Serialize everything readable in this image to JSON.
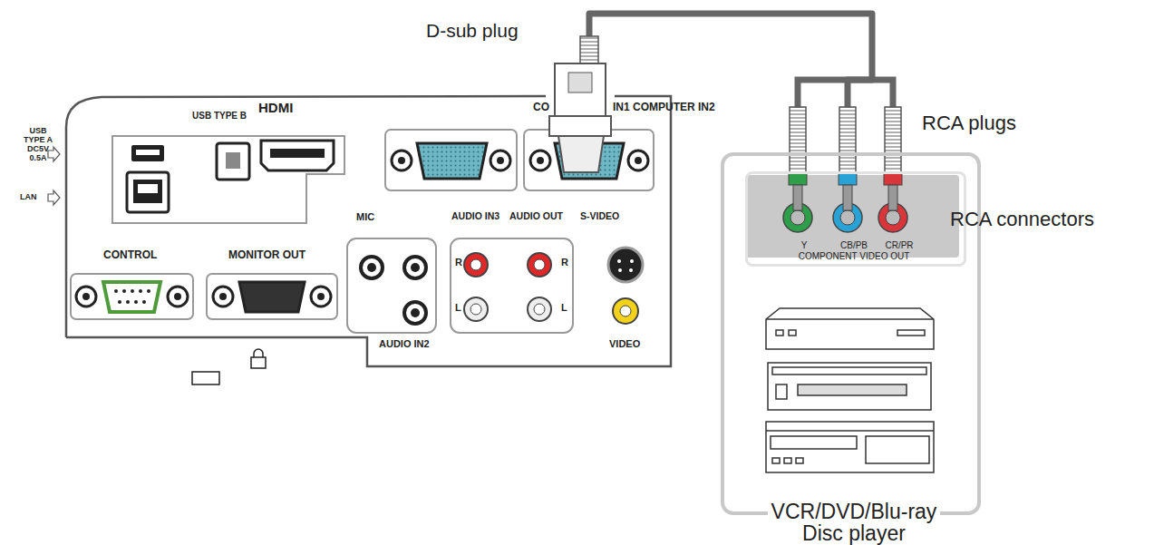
{
  "diagram": {
    "nodes": [
      {
        "text": [
          "VCR/DVD/Blu-ray Disc player"
        ]
      },
      {
        "text": [
          "Y",
          "CB/PB",
          "CR/PR",
          "COMPONENT VIDEO OUT"
        ],
        "in": 0
      },
      {
        "text": [
          "USB TYPE B",
          "HDMI",
          "CO",
          "IN1",
          "COMPUTER IN2",
          "MIC",
          "AUDIO IN3",
          "AUDIO OUT",
          "S-VIDEO",
          "R",
          "R",
          "CONTROL",
          "MONITOR OUT",
          "L",
          "L",
          "AUDIO IN2",
          "VIDEO"
        ]
      }
    ],
    "edges": [
      {
        "from": 2,
        "to": 1,
        "arrow": "none"
      }
    ],
    "labels": [
      "D-sub plug",
      "USB TYPE A DC5V 0.5A",
      "LAN",
      "RCA plugs",
      "RCA connectors"
    ]
  }
}
